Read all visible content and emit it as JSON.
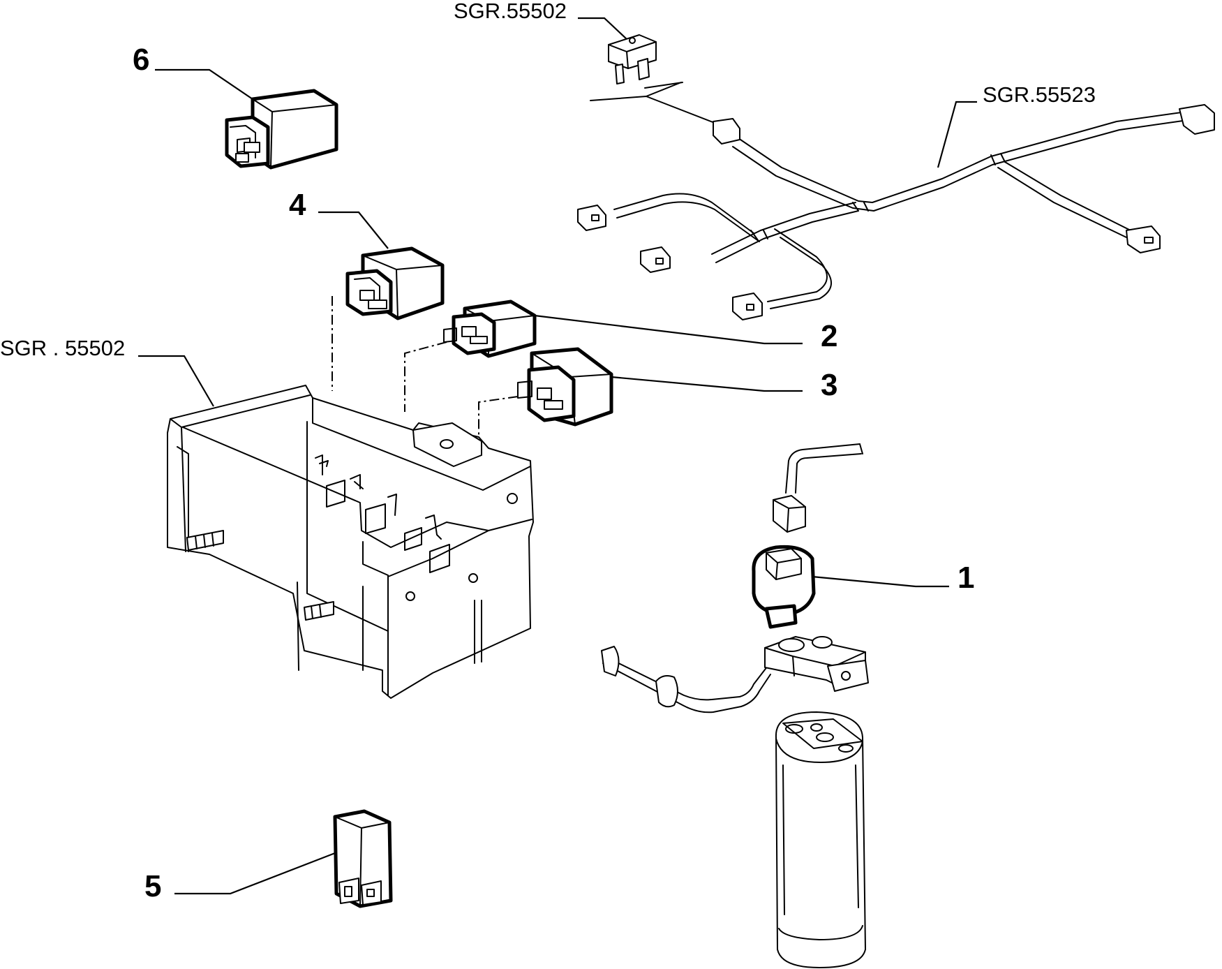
{
  "callouts": {
    "c1": "1",
    "c2": "2",
    "c3": "3",
    "c4": "4",
    "c5": "5",
    "c6": "6"
  },
  "references": {
    "fuse_ref": "SGR.55502",
    "harness_ref": "SGR.55523",
    "bracket_ref": "SGR . 55502"
  }
}
